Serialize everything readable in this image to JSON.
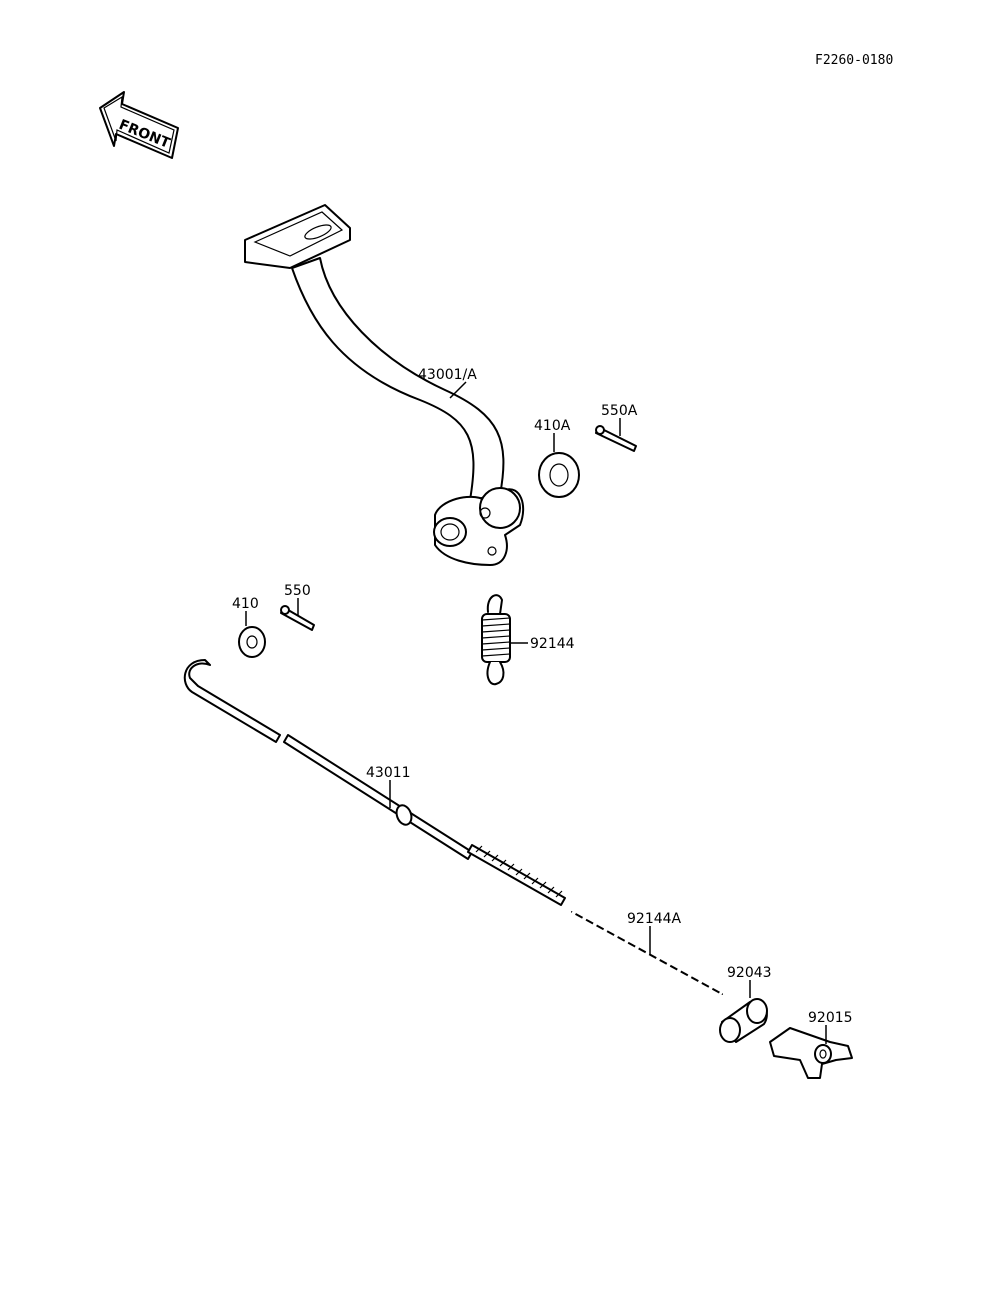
{
  "figure_number": "F2260-0180",
  "front_arrow_text": "FRONT",
  "parts": {
    "pedal": "43001/A",
    "cotter_pin_a": "550A",
    "washer_a": "410A",
    "washer": "410",
    "cotter_pin": "550",
    "return_spring": "92144",
    "brake_rod": "43011",
    "rod_spring": "92144A",
    "collar": "92043",
    "adjusting_nut": "92015"
  }
}
